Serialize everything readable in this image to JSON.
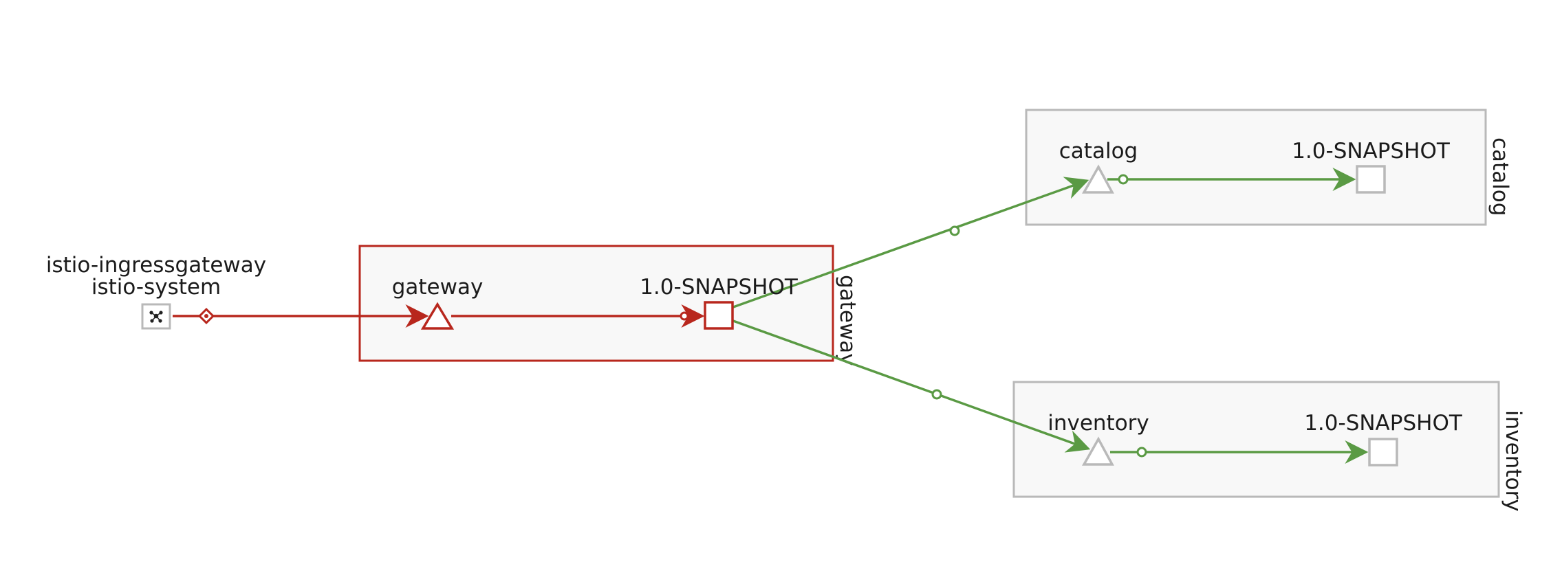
{
  "colors": {
    "error": "#b8271d",
    "healthy": "#5a9a44",
    "neutral": "#b9b9b9",
    "box_fill": "#f8f8f8"
  },
  "ingress": {
    "workload": "istio-ingressgateway",
    "namespace": "istio-system",
    "icon": "istio-mesh-icon"
  },
  "apps": {
    "gateway": {
      "box_label": "gateway",
      "service": "gateway",
      "version": "1.0-SNAPSHOT",
      "status": "error"
    },
    "catalog": {
      "box_label": "catalog",
      "service": "catalog",
      "version": "1.0-SNAPSHOT",
      "status": "neutral"
    },
    "inventory": {
      "box_label": "inventory",
      "service": "inventory",
      "version": "1.0-SNAPSHOT",
      "status": "neutral"
    }
  },
  "edges": [
    {
      "from": "istio-ingressgateway",
      "to": "gateway service",
      "status": "error"
    },
    {
      "from": "gateway service",
      "to": "gateway 1.0-SNAPSHOT",
      "status": "error"
    },
    {
      "from": "gateway 1.0-SNAPSHOT",
      "to": "catalog service",
      "status": "healthy"
    },
    {
      "from": "gateway 1.0-SNAPSHOT",
      "to": "inventory service",
      "status": "healthy"
    },
    {
      "from": "catalog service",
      "to": "catalog 1.0-SNAPSHOT",
      "status": "healthy"
    },
    {
      "from": "inventory service",
      "to": "inventory 1.0-SNAPSHOT",
      "status": "healthy"
    }
  ]
}
